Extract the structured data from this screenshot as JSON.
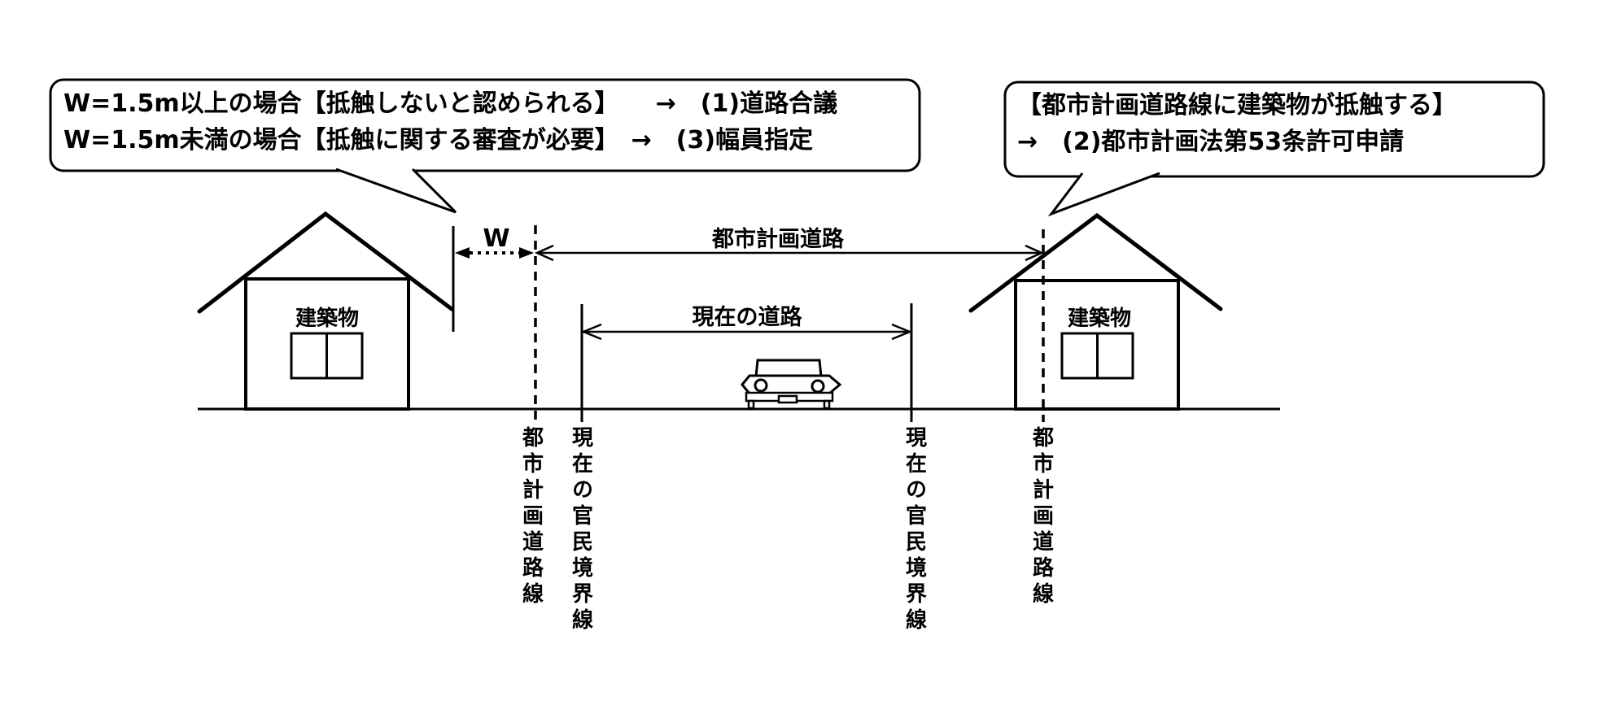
{
  "left_callout": {
    "line1": "W=1.5m以上の場合【抵触しないと認められる】　　→　(1)道路合議",
    "line2": "W=1.5m未満の場合【抵触に関する審査が必要】　→　(3)幅員指定"
  },
  "right_callout": {
    "line1": "【都市計画道路線に建築物が抵触する】",
    "line2": "→　(2)都市計画法第53条許可申請"
  },
  "labels": {
    "width_dimension": "W",
    "planned_road": "都市計画道路",
    "current_road": "現在の道路",
    "building": "建築物",
    "planned_road_line": "都市計画道路線",
    "current_boundary_line": "現在の官民境界線"
  },
  "colors": {
    "ink": "#000000",
    "paper": "#ffffff"
  }
}
